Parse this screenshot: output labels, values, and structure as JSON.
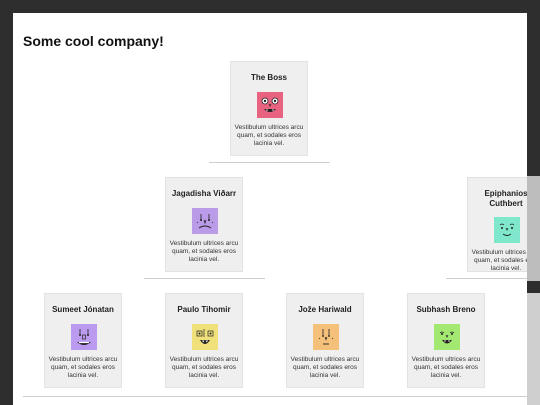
{
  "page": {
    "title": "Some cool company!"
  },
  "cards": {
    "boss": {
      "name": "The Boss",
      "text": "Vestibulum ultrices arcu quam, et sodales eros lacinia vel.",
      "avatar_color": "#e8637f"
    },
    "jagadisha": {
      "name": "Jagadisha Viðarr",
      "text": "Vestibulum ultrices arcu quam, et sodales eros lacinia vel.",
      "avatar_color": "#b99be8"
    },
    "epiphanios": {
      "name": "Epiphanios Cuthbert",
      "text": "Vestibulum ultrices arcu quam, et sodales eros lacinia vel.",
      "avatar_color": "#7fe8cc"
    },
    "sumeet": {
      "name": "Sumeet Jónatan",
      "text": "Vestibulum ultrices arcu quam, et sodales eros lacinia vel.",
      "avatar_color": "#bb9bf0"
    },
    "paulo": {
      "name": "Paulo Tihomir",
      "text": "Vestibulum ultrices arcu quam, et sodales eros lacinia vel.",
      "avatar_color": "#efe07a"
    },
    "joze": {
      "name": "Jože Hariwald",
      "text": "Vestibulum ultrices arcu quam, et sodales eros lacinia vel.",
      "avatar_color": "#f4c07a"
    },
    "subhash": {
      "name": "Subhash Breno",
      "text": "Vestibulum ultrices arcu quam, et sodales eros lacinia vel.",
      "avatar_color": "#a3e870"
    }
  }
}
